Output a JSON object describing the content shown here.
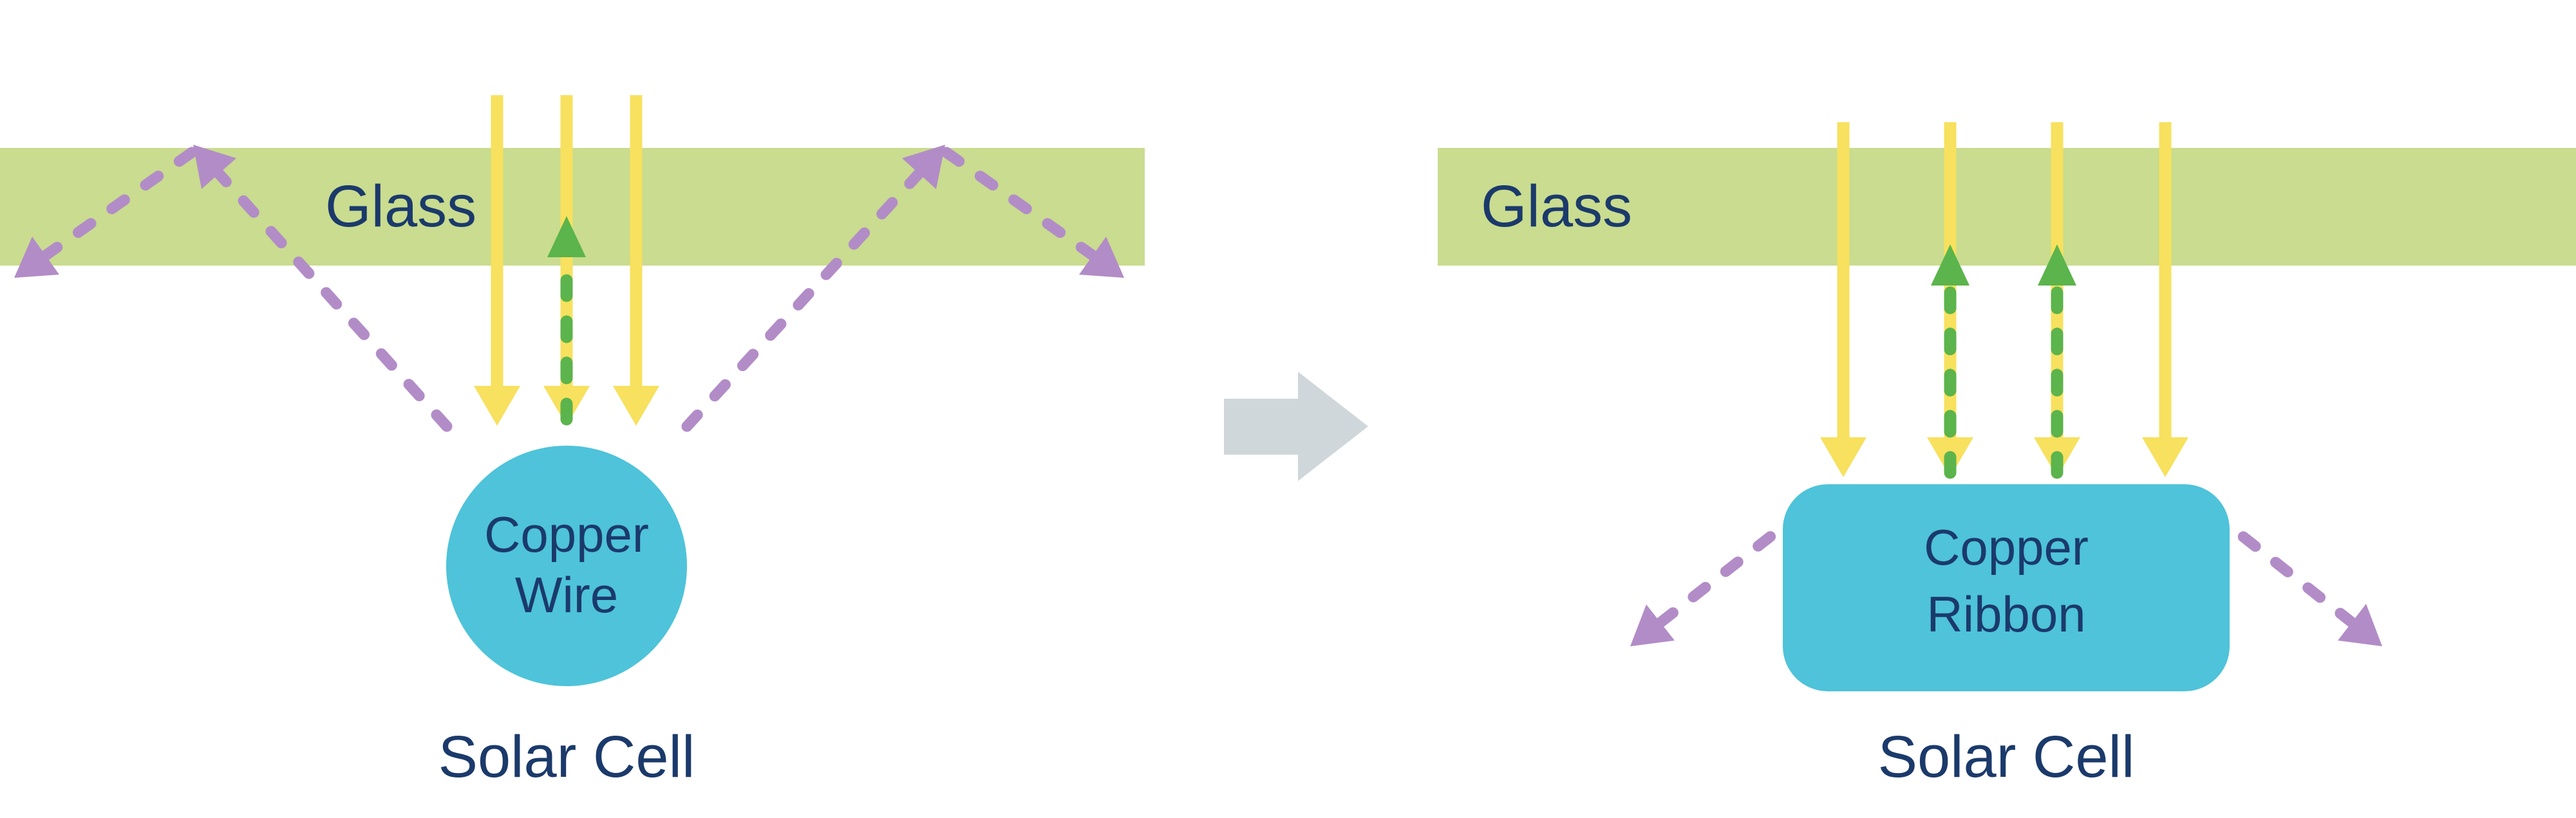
{
  "diagram": {
    "left_panel": {
      "glass_label": "Glass",
      "copper_line1": "Copper",
      "copper_line2": "Wire",
      "solar_cell_label": "Solar Cell"
    },
    "right_panel": {
      "glass_label": "Glass",
      "copper_line1": "Copper",
      "copper_line2": "Ribbon",
      "solar_cell_label": "Solar Cell"
    }
  },
  "colors": {
    "glass_band": "#c9dc8f",
    "sunlight_yellow": "#f7e15e",
    "reflected_green": "#5cb44c",
    "escaping_purple": "#b28cc7",
    "copper_teal": "#4ec3d9",
    "label_navy": "#1b3a6b",
    "transition_gray": "#cfd7da",
    "background": "#ffffff"
  }
}
